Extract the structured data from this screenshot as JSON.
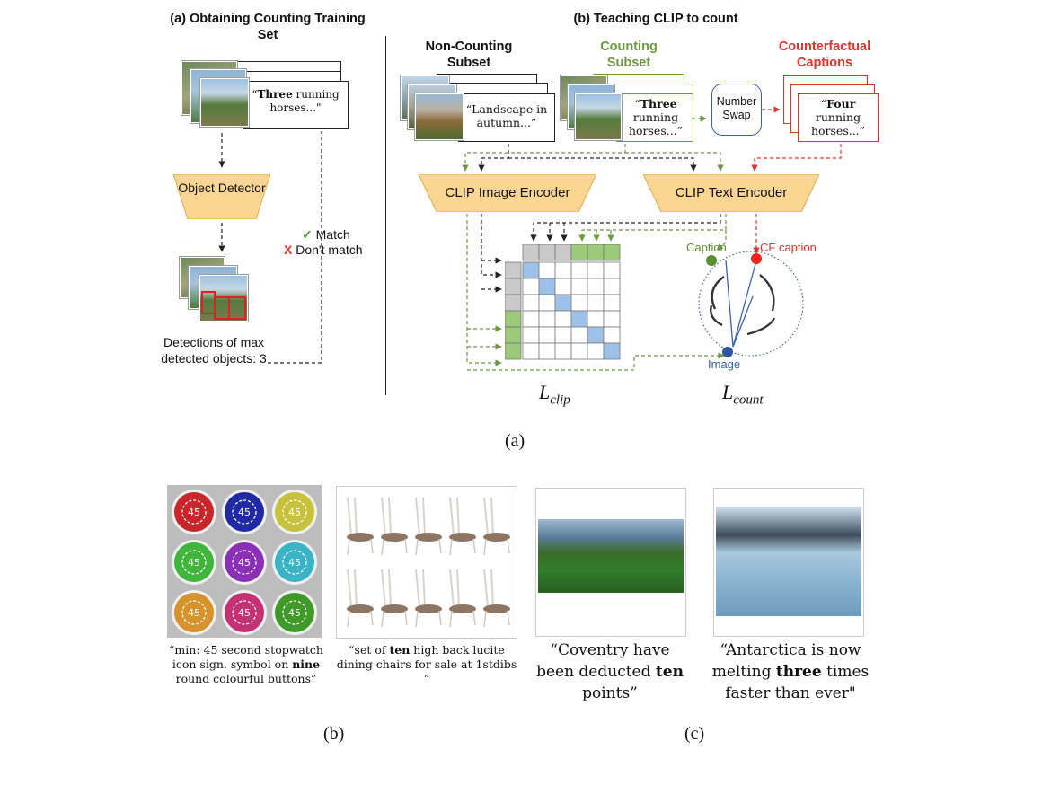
{
  "part_a": {
    "left_title": "(a) Obtaining Counting Training Set",
    "left_caption_bold": "Three",
    "left_caption_rest": " running horses...\"",
    "left_caption_open": "“",
    "object_detector": "Object Detector",
    "match": "Match",
    "dont_match": "Don't match",
    "detections_text": "Detections of max detected objects: 3",
    "right_title": "(b) Teaching CLIP to count",
    "non_counting": "Non-Counting Subset",
    "counting": "Counting Subset",
    "counterfactual": "Counterfactual Captions",
    "landscape_caption": "“Landscape in autumn...”",
    "counting_caption_bold": "Three",
    "counting_caption_rest": "running horses...”",
    "number_swap": "Number Swap",
    "cf_caption_bold": "Four",
    "cf_caption_rest": "running horses...”",
    "image_encoder": "CLIP Image Encoder",
    "text_encoder": "CLIP Text Encoder",
    "caption_label": "Caption",
    "cf_label": "CF caption",
    "image_label": "Image",
    "l_clip_main": "L",
    "l_clip_sub": "clip",
    "l_count_main": "L",
    "l_count_sub": "count",
    "fig_label": "(a)"
  },
  "part_b": {
    "caption1": "“min: 45 second stopwatch icon sign. symbol on nine round colourful buttons”",
    "caption2": "“set of ten high back lucite dining chairs for sale at 1stdibs ”",
    "button_text": "45",
    "label": "(b)"
  },
  "part_c": {
    "caption1": "“Coventry have been deducted ten points”",
    "caption2": "“Antarctica is now melting three times faster than ever\"",
    "label": "(c)"
  },
  "colors": {
    "green": "#6a9a3c",
    "red": "#e0332b",
    "blue": "#3a62a8",
    "encoder_fill": "#fbd693",
    "matrix_gray": "#c9c9c9",
    "matrix_green": "#9cc97a",
    "matrix_blue": "#9dc1e8"
  }
}
